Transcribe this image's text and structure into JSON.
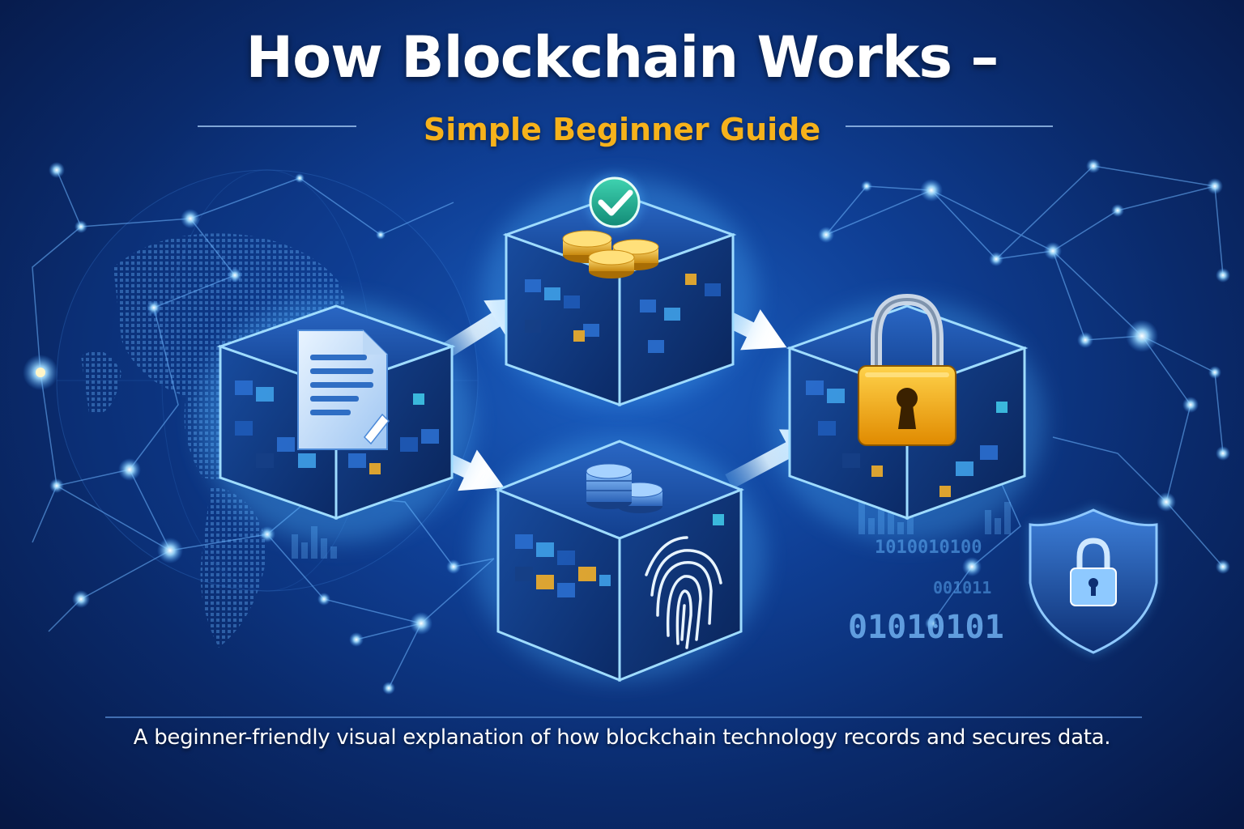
{
  "header": {
    "title": "How Blockchain Works –",
    "subtitle": "Simple Beginner Guide"
  },
  "footer": {
    "caption": "A beginner-friendly visual explanation of how blockchain technology records and secures data."
  },
  "binary": {
    "large": "01010101",
    "row1": "1010010100",
    "row2": "001011"
  },
  "colors": {
    "background": "#0a2a6b",
    "accent_gold": "#f6b21b",
    "node_glow": "#8fd0ff",
    "block_face": "#0f3f8f"
  },
  "icons": [
    "document-icon",
    "coin-stack-icon",
    "checkmark-badge-icon",
    "padlock-icon",
    "fingerprint-icon",
    "shield-lock-icon",
    "globe-icon"
  ]
}
